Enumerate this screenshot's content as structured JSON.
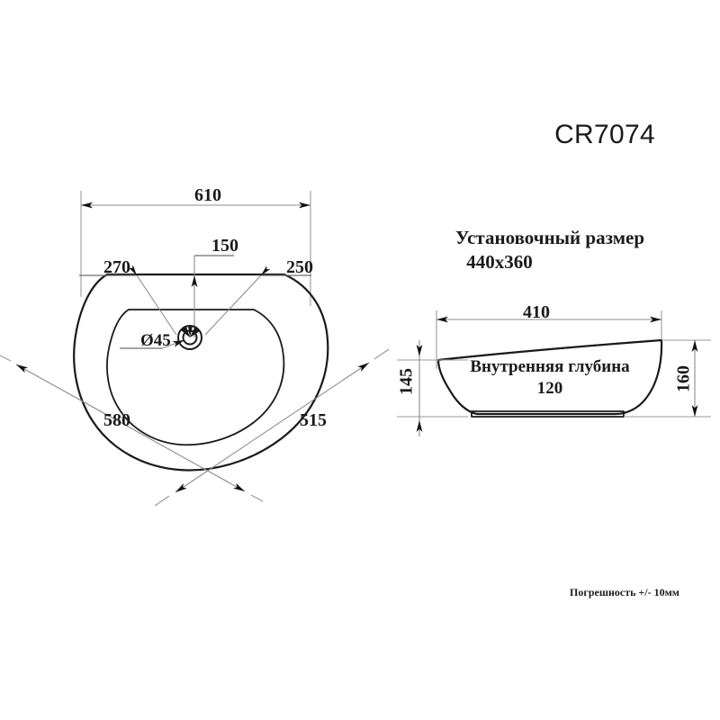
{
  "drawing": {
    "product_code": "CR7074",
    "tolerance_note": "Погрешность +/- 10мм"
  },
  "top_view": {
    "name": "top-view-plan",
    "dimensions": {
      "overall_width": "610",
      "drain_offset_from_rear": "150",
      "rear_left_radius": "270",
      "rear_right_radius": "250",
      "diagonal_left": "580",
      "diagonal_right": "515",
      "drain_diameter": "Ø45"
    }
  },
  "side_view": {
    "name": "side-view-elevation",
    "install_title": "Установочный размер",
    "install_size": "440х360",
    "inner_depth_label": "Внутренняя глубина",
    "inner_depth_value": "120",
    "dimensions": {
      "rim_width": "410",
      "left_height": "145",
      "right_height": "160"
    }
  },
  "colors": {
    "ink": "#1a1a1a",
    "dimension_gray": "#8c8c8c",
    "background": "#ffffff"
  }
}
